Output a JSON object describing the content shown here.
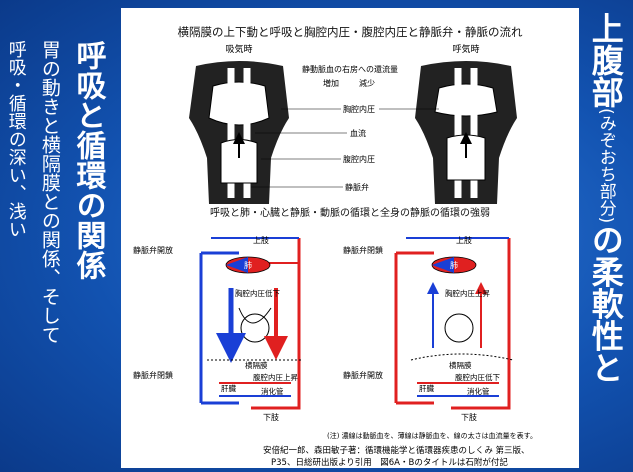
{
  "slide": {
    "left_title": "呼吸と循環の関係",
    "left_sub_1": "胃の動きと横隔膜との関係、そして",
    "left_sub_2": "呼吸・循環の深い、浅い",
    "right_title_a": "上腹部",
    "right_title_small": "(みぞおち部分)",
    "right_title_b": "の柔軟性と"
  },
  "figure": {
    "top_title": "横隔膜の上下動と呼吸と胸腔内圧・腹腔内圧と静脈弁・静脈の流れ",
    "inhale": "吸気時",
    "exhale": "呼気時",
    "legend_flow": "静動脈血の右房への還流量",
    "increase": "増加",
    "decrease": "減少",
    "thoracic_pressure": "胸腔内圧",
    "blood_flow": "血流",
    "abdominal_pressure": "腹腔内圧",
    "venous_valve": "静脈弁",
    "mid_title": "呼吸と肺・心臓と静脈・動脈の循環と全身の静脈の循環の強弱",
    "valve_open": "静脈弁開放",
    "valve_closed": "静脈弁閉鎖",
    "upper_limb": "上肢",
    "lung": "肺",
    "thoracic_low": "胸腔内圧低下",
    "thoracic_up": "胸腔内圧上昇",
    "diaphragm": "横隔膜",
    "liver": "肝臓",
    "abd_up": "腹腔内圧上昇",
    "abd_low": "腹腔内圧低下",
    "digestive": "消化管",
    "lower_limb": "下肢",
    "note": "(注) 濃線は動脈血を、薄線は静脈血を、線の太さは血流量を表す。",
    "citation_1": "安倍紀一郎、森田敏子著：循環機能学と循環器疾患のしくみ 第三版、",
    "citation_2": "P35、日総研出版より引用　図6A・Bのタイトルは石附が付記"
  }
}
